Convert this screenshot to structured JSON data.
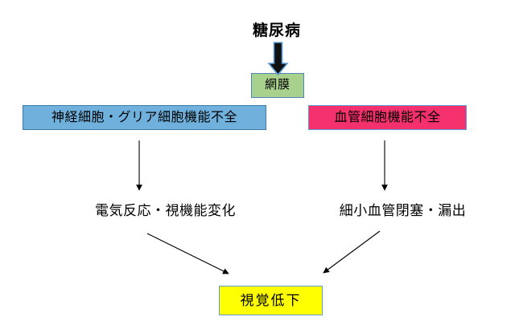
{
  "diagram": {
    "title": "糖尿病",
    "nodes": {
      "diabetes": {
        "label": "糖尿病",
        "style": "plain-title"
      },
      "retina": {
        "label": "網膜",
        "fill": "#a9d18e",
        "border": "#4f81bd"
      },
      "neuro_dysfunction": {
        "label": "神経細胞・グリア細胞機能不全",
        "fill": "#6fb0dd",
        "border": "#3d7ca8"
      },
      "vascular_dysfunction": {
        "label": "血管細胞機能不全",
        "fill": "#f4306d",
        "border": "#5b9bd5"
      },
      "electric_visual_change": {
        "label": "電気反応・視機能変化",
        "fill": "transparent"
      },
      "microvascular_occlusion": {
        "label": "細小血管閉塞・漏出",
        "fill": "transparent"
      },
      "vision_decline": {
        "label": "視覚低下",
        "fill": "#ffff00",
        "border": "#5b9bd5"
      }
    },
    "edges": [
      {
        "name": "diabetes-to-retina",
        "from": "diabetes",
        "to": "retina",
        "style": "thick-block-arrow",
        "color": "#000000",
        "outline": "#4f81bd"
      },
      {
        "name": "neuro-to-electric",
        "from": "neuro_dysfunction",
        "to": "electric_visual_change",
        "style": "thin-arrow",
        "color": "#000000"
      },
      {
        "name": "vascular-to-microvascular",
        "from": "vascular_dysfunction",
        "to": "microvascular_occlusion",
        "style": "thin-arrow",
        "color": "#000000"
      },
      {
        "name": "electric-to-vision",
        "from": "electric_visual_change",
        "to": "vision_decline",
        "style": "thin-diagonal-arrow",
        "color": "#000000"
      },
      {
        "name": "microvascular-to-vision",
        "from": "microvascular_occlusion",
        "to": "vision_decline",
        "style": "thin-diagonal-arrow",
        "color": "#000000"
      }
    ]
  },
  "colors": {
    "background": "#ffffff",
    "green": "#a9d18e",
    "blue": "#6fb0dd",
    "pink": "#f4306d",
    "yellow": "#ffff00",
    "border_blue": "#5b9bd5",
    "text": "#000000"
  }
}
